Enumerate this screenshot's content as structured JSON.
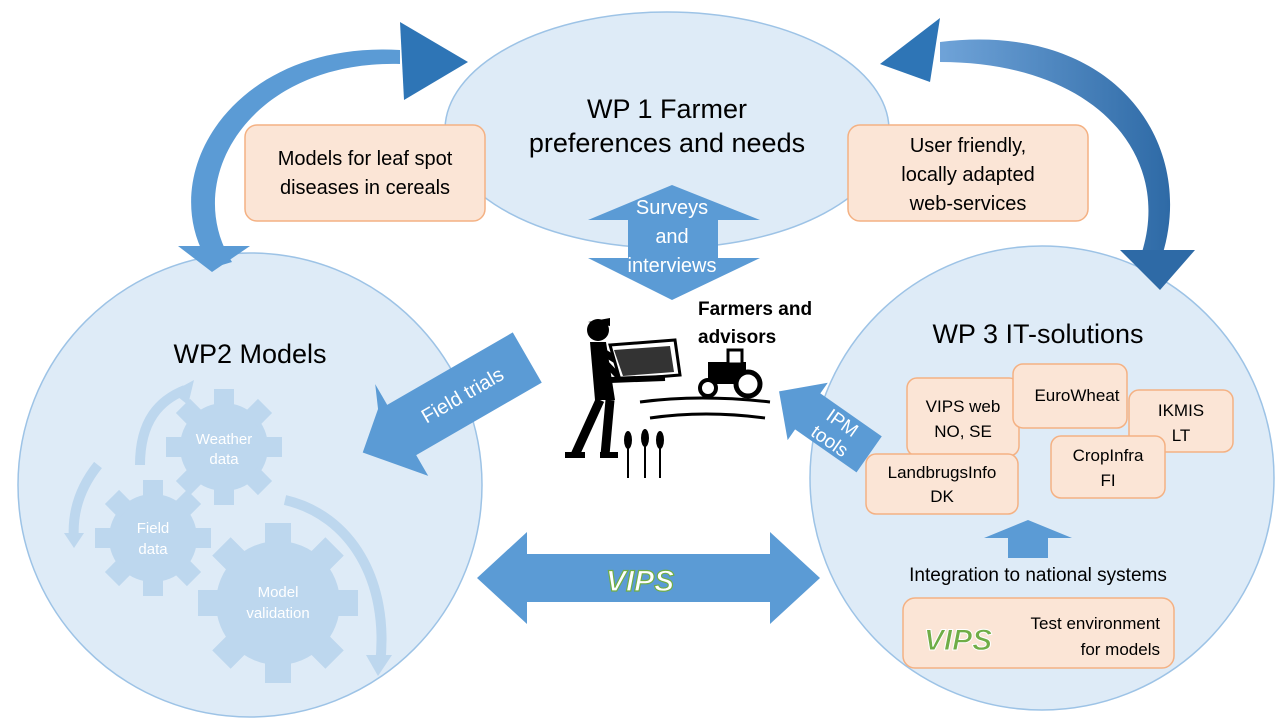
{
  "wp1": {
    "line1": "WP 1 Farmer",
    "line2": "preferences and needs"
  },
  "wp2": {
    "title": "WP2 Models"
  },
  "wp3": {
    "title": "WP 3 IT-solutions"
  },
  "left_box": {
    "line1": "Models for leaf spot",
    "line2": "diseases in cereals"
  },
  "right_box": {
    "line1": "User friendly,",
    "line2": "locally adapted",
    "line3": "web-services"
  },
  "surveys_arrow": {
    "line1": "Surveys",
    "line2": "and",
    "line3": "interviews"
  },
  "field_trials_arrow": {
    "label": "Field trials"
  },
  "ipm_arrow": {
    "line1": "IPM",
    "line2": "tools"
  },
  "farmers": {
    "line1": "Farmers and",
    "line2": "advisors"
  },
  "gears": {
    "weather": {
      "line1": "Weather",
      "line2": "data"
    },
    "field": {
      "line1": "Field",
      "line2": "data"
    },
    "validation": {
      "line1": "Model",
      "line2": "validation"
    }
  },
  "systems": {
    "vips_web": {
      "line1": "VIPS web",
      "line2": "NO, SE"
    },
    "eurowheat": {
      "line1": "EuroWheat"
    },
    "ikmis": {
      "line1": "IKMIS",
      "line2": "LT"
    },
    "landbrugsinfo": {
      "line1": "LandbrugsInfo",
      "line2": "DK"
    },
    "cropinfra": {
      "line1": "CropInfra",
      "line2": "FI"
    }
  },
  "integration": {
    "label": "Integration to national systems"
  },
  "test_env": {
    "line1": "Test environment",
    "line2": "for models"
  },
  "vips_logo": {
    "text": "VIPS"
  },
  "colors": {
    "circle_fill": "#deebf7",
    "circle_stroke": "#9dc3e6",
    "arrow_blue": "#5b9bd5",
    "arrow_dark": "#2e75b6",
    "box_fill": "#fbe5d6",
    "box_stroke": "#f4b183",
    "gear_fill": "#bdd7ee",
    "logo_green": "#70ad47"
  }
}
